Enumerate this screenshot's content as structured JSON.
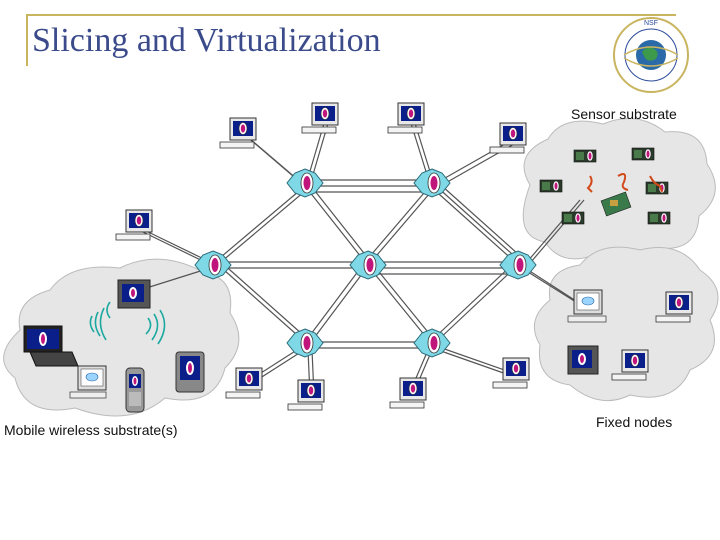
{
  "title": "Slicing and Virtualization",
  "labels": {
    "sensor": "Sensor substrate",
    "mobile": "Mobile wireless substrate(s)",
    "fixed": "Fixed nodes"
  },
  "logo": {
    "text": "NATIONAL SCIENCE FOUNDATION",
    "icon": "nsf-seal"
  },
  "colors": {
    "title": "#3a4a8a",
    "router": "#7fd8e6",
    "router_core": "#c0157a",
    "cloud": "#e6e6e6",
    "link": "#555555",
    "screen": "#0a1f8a"
  }
}
